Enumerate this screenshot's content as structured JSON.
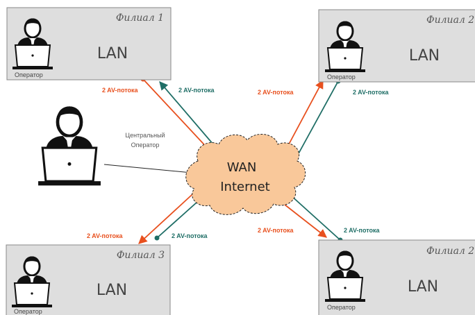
{
  "cloud": {
    "line1": "WAN",
    "line2": "Internet",
    "fill_color": "#f9c89a"
  },
  "central_operator": {
    "label_line1": "Центральный",
    "label_line2": "Оператор"
  },
  "colors": {
    "red_stream": "#e8501e",
    "teal_stream": "#1f6e66",
    "box_fill": "#dedede"
  },
  "branches": [
    {
      "title": "Филиал 1",
      "lan": "LAN",
      "operator": "Оператор",
      "red_label": "2 AV-потока",
      "teal_label": "2 AV-потока"
    },
    {
      "title": "Филиал 2",
      "lan": "LAN",
      "operator": "Оператор",
      "red_label": "2 AV-потока",
      "teal_label": "2 AV-потока"
    },
    {
      "title": "Филиал 3",
      "lan": "LAN",
      "operator": "Оператор",
      "red_label": "2 AV-потока",
      "teal_label": "2 AV-потока"
    },
    {
      "title": "Филиал 2",
      "lan": "LAN",
      "operator": "Оператор",
      "red_label": "2 AV-потока",
      "teal_label": "2 AV-потока"
    }
  ]
}
